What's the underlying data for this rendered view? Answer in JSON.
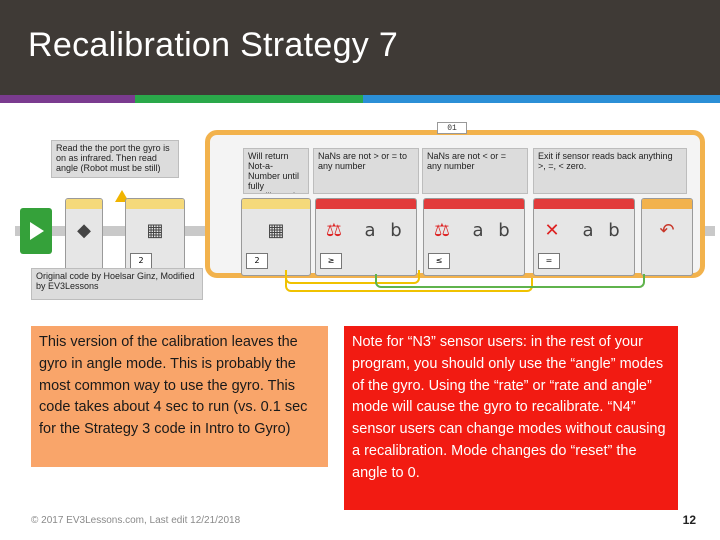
{
  "slide": {
    "title": "Recalibration Strategy 7",
    "page_number": "12",
    "footer": "© 2017 EV3Lessons.com, Last edit 12/21/2018"
  },
  "program": {
    "loop_label": "01",
    "comments": {
      "c1": "Read the the port the gyro is on as infrared. Then read angle (Robot must be still)",
      "c2": "Will return Not-a-Number until fully recalibrated",
      "c3": "NaNs are not > or = to any number",
      "c4": "NaNs are not < or = any number",
      "c5": "Exit if sensor reads back anything >, =, < zero.",
      "c6": "Original code by Hoelsar Ginz, Modified by EV3Lessons"
    },
    "block_labels": {
      "b1": "2",
      "b2": "2",
      "a": "a",
      "b": "b",
      "ge": "≥",
      "le": "≤",
      "eq": "="
    }
  },
  "notes": {
    "left": "This version of the calibration leaves the gyro in angle mode. This is probably the most common way to use the gyro. This code takes about 4 sec to run (vs. 0.1 sec for the Strategy 3 code in Intro to Gyro)",
    "right": "Note for “N3” sensor users: in the rest of your program, you should only use the “angle” modes of the gyro. Using the “rate” or “rate and angle” mode will cause the gyro to recalibrate. “N4” sensor users can change modes without causing a recalibration. Mode changes do “reset” the angle to 0."
  },
  "colors": {
    "title_bg": "#3f3a36",
    "stripe_purple": "#7a3b8f",
    "stripe_green": "#2aa84a",
    "stripe_blue": "#2b8fd6",
    "note_orange": "#f9a56a",
    "note_red": "#f21b12",
    "loop_orange": "#f2b24c"
  }
}
